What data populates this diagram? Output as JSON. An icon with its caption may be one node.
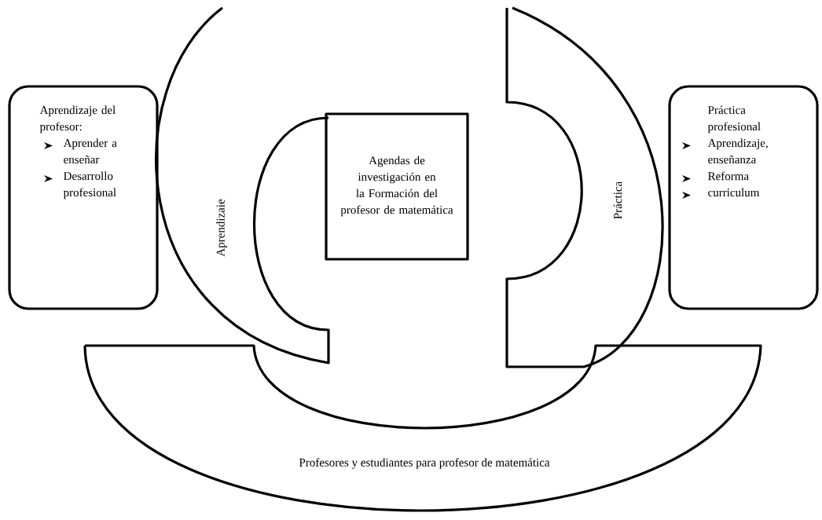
{
  "diagram": {
    "nodes": [
      {
        "text": [
          "Aprendizaje del profesor:",
          "Aprender a enseñar",
          "Desarrollo profesional"
        ]
      },
      {
        "text": [
          "Aprendizaie"
        ]
      },
      {
        "text": [
          "Agendas de investigación en la Formación del profesor de matemática"
        ]
      },
      {
        "text": [
          "Práctica"
        ]
      },
      {
        "text": [
          "Práctica profesional",
          "Aprendizaje, enseñanza",
          "Reforma",
          "curriculum"
        ]
      },
      {
        "text": [
          "Profesores y estudiantes para profesor de matemática"
        ]
      }
    ]
  }
}
